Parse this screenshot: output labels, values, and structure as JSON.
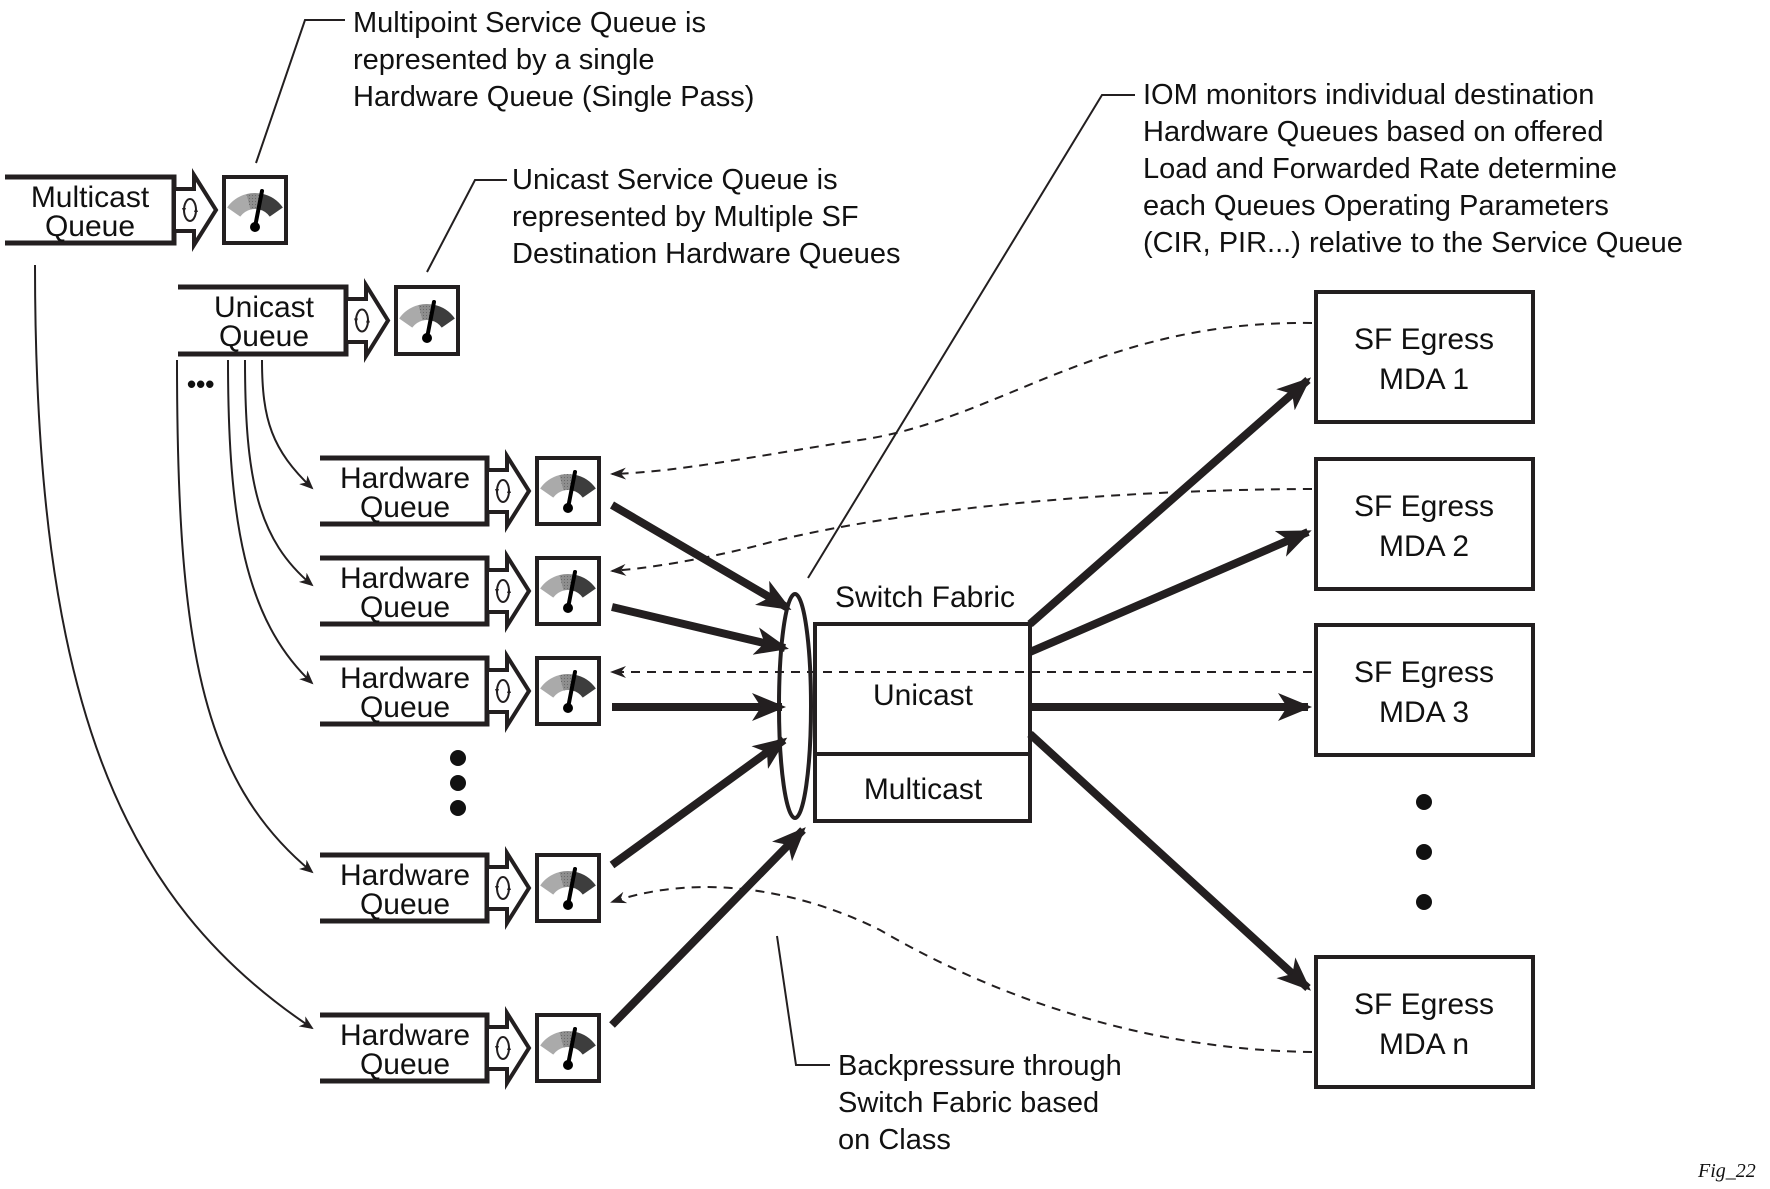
{
  "figure_label": "Fig_22",
  "colors": {
    "ink": "#231f20",
    "gauge_light": "#aaaaaa",
    "gauge_mid": "#888888",
    "gauge_dark": "#3d3d3d"
  },
  "service_queues": {
    "multicast": {
      "line1": "Multicast",
      "line2": "Queue"
    },
    "unicast": {
      "line1": "Unicast",
      "line2": "Queue"
    }
  },
  "hardware_queues": [
    {
      "line1": "Hardware",
      "line2": "Queue"
    },
    {
      "line1": "Hardware",
      "line2": "Queue"
    },
    {
      "line1": "Hardware",
      "line2": "Queue"
    },
    {
      "line1": "Hardware",
      "line2": "Queue"
    },
    {
      "line1": "Hardware",
      "line2": "Queue"
    }
  ],
  "switch_fabric": {
    "title": "Switch Fabric",
    "unicast": "Unicast",
    "multicast": "Multicast"
  },
  "egress": [
    {
      "line1": "SF Egress",
      "line2": "MDA 1"
    },
    {
      "line1": "SF Egress",
      "line2": "MDA 2"
    },
    {
      "line1": "SF Egress",
      "line2": "MDA 3"
    },
    {
      "line1": "SF Egress",
      "line2": "MDA n"
    }
  ],
  "annotations": {
    "multipoint": [
      "Multipoint Service Queue is",
      "represented by a single",
      "Hardware Queue (Single Pass)"
    ],
    "unicast": [
      "Unicast Service Queue is",
      "represented by Multiple SF",
      "Destination Hardware Queues"
    ],
    "iom": [
      "IOM monitors individual destination",
      "Hardware Queues based on offered",
      "Load and Forwarded Rate determine",
      "each Queues Operating Parameters",
      "(CIR, PIR...) relative to the Service Queue"
    ],
    "backpressure": [
      "Backpressure through",
      "Switch Fabric based",
      "on Class"
    ]
  },
  "ellipsis": "•••"
}
